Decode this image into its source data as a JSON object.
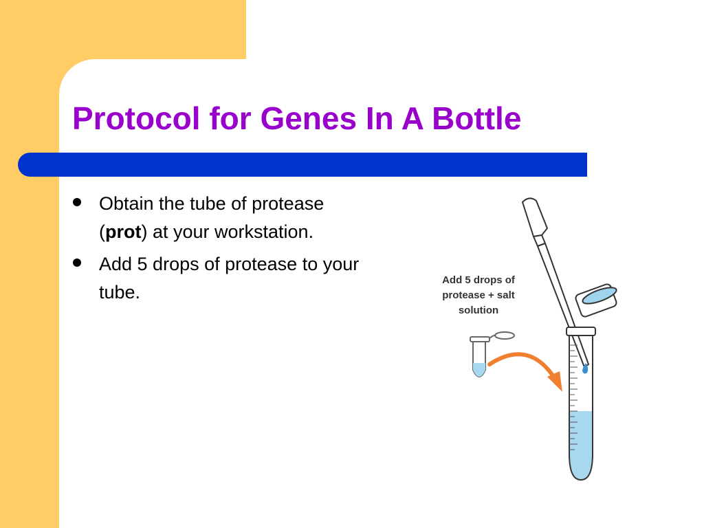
{
  "theme": {
    "stripe_color": "#FFCC66",
    "accent_bar_color": "#0033CC",
    "title_color": "#9900CC",
    "liquid_color": "#A8D8F0",
    "arrow_color": "#F08030"
  },
  "slide": {
    "title": "Protocol for Genes In A Bottle",
    "bullets": [
      {
        "before": "Obtain the tube of protease (",
        "bold": "prot",
        "after": ") at your workstation."
      },
      {
        "before": "Add 5 drops of protease to your tube.",
        "bold": "",
        "after": ""
      }
    ]
  },
  "illustration": {
    "label_lines": [
      "Add 5 drops of",
      "protease + salt",
      "solution"
    ]
  }
}
